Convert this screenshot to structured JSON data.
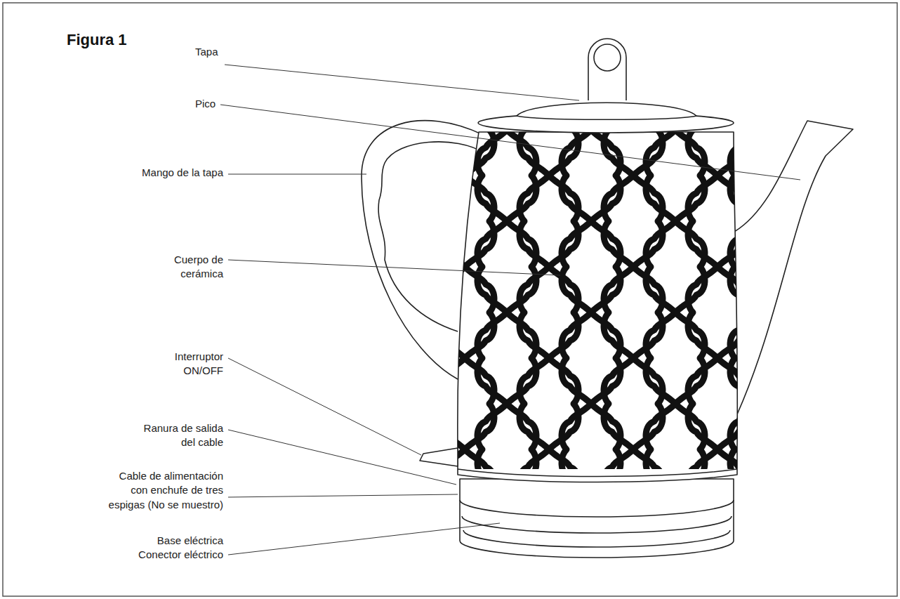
{
  "diagram": {
    "title": "Figura 1",
    "labels": [
      "Tapa",
      "Pico",
      "Mango de la tapa",
      "Cuerpo de cerámica",
      "Interruptor ON/OFF",
      "Ranura de salida del cable",
      "Cable de alimentación con enchufe de tres espigas (No se muestro)",
      "Base eléctrica Conector eléctrico"
    ]
  }
}
